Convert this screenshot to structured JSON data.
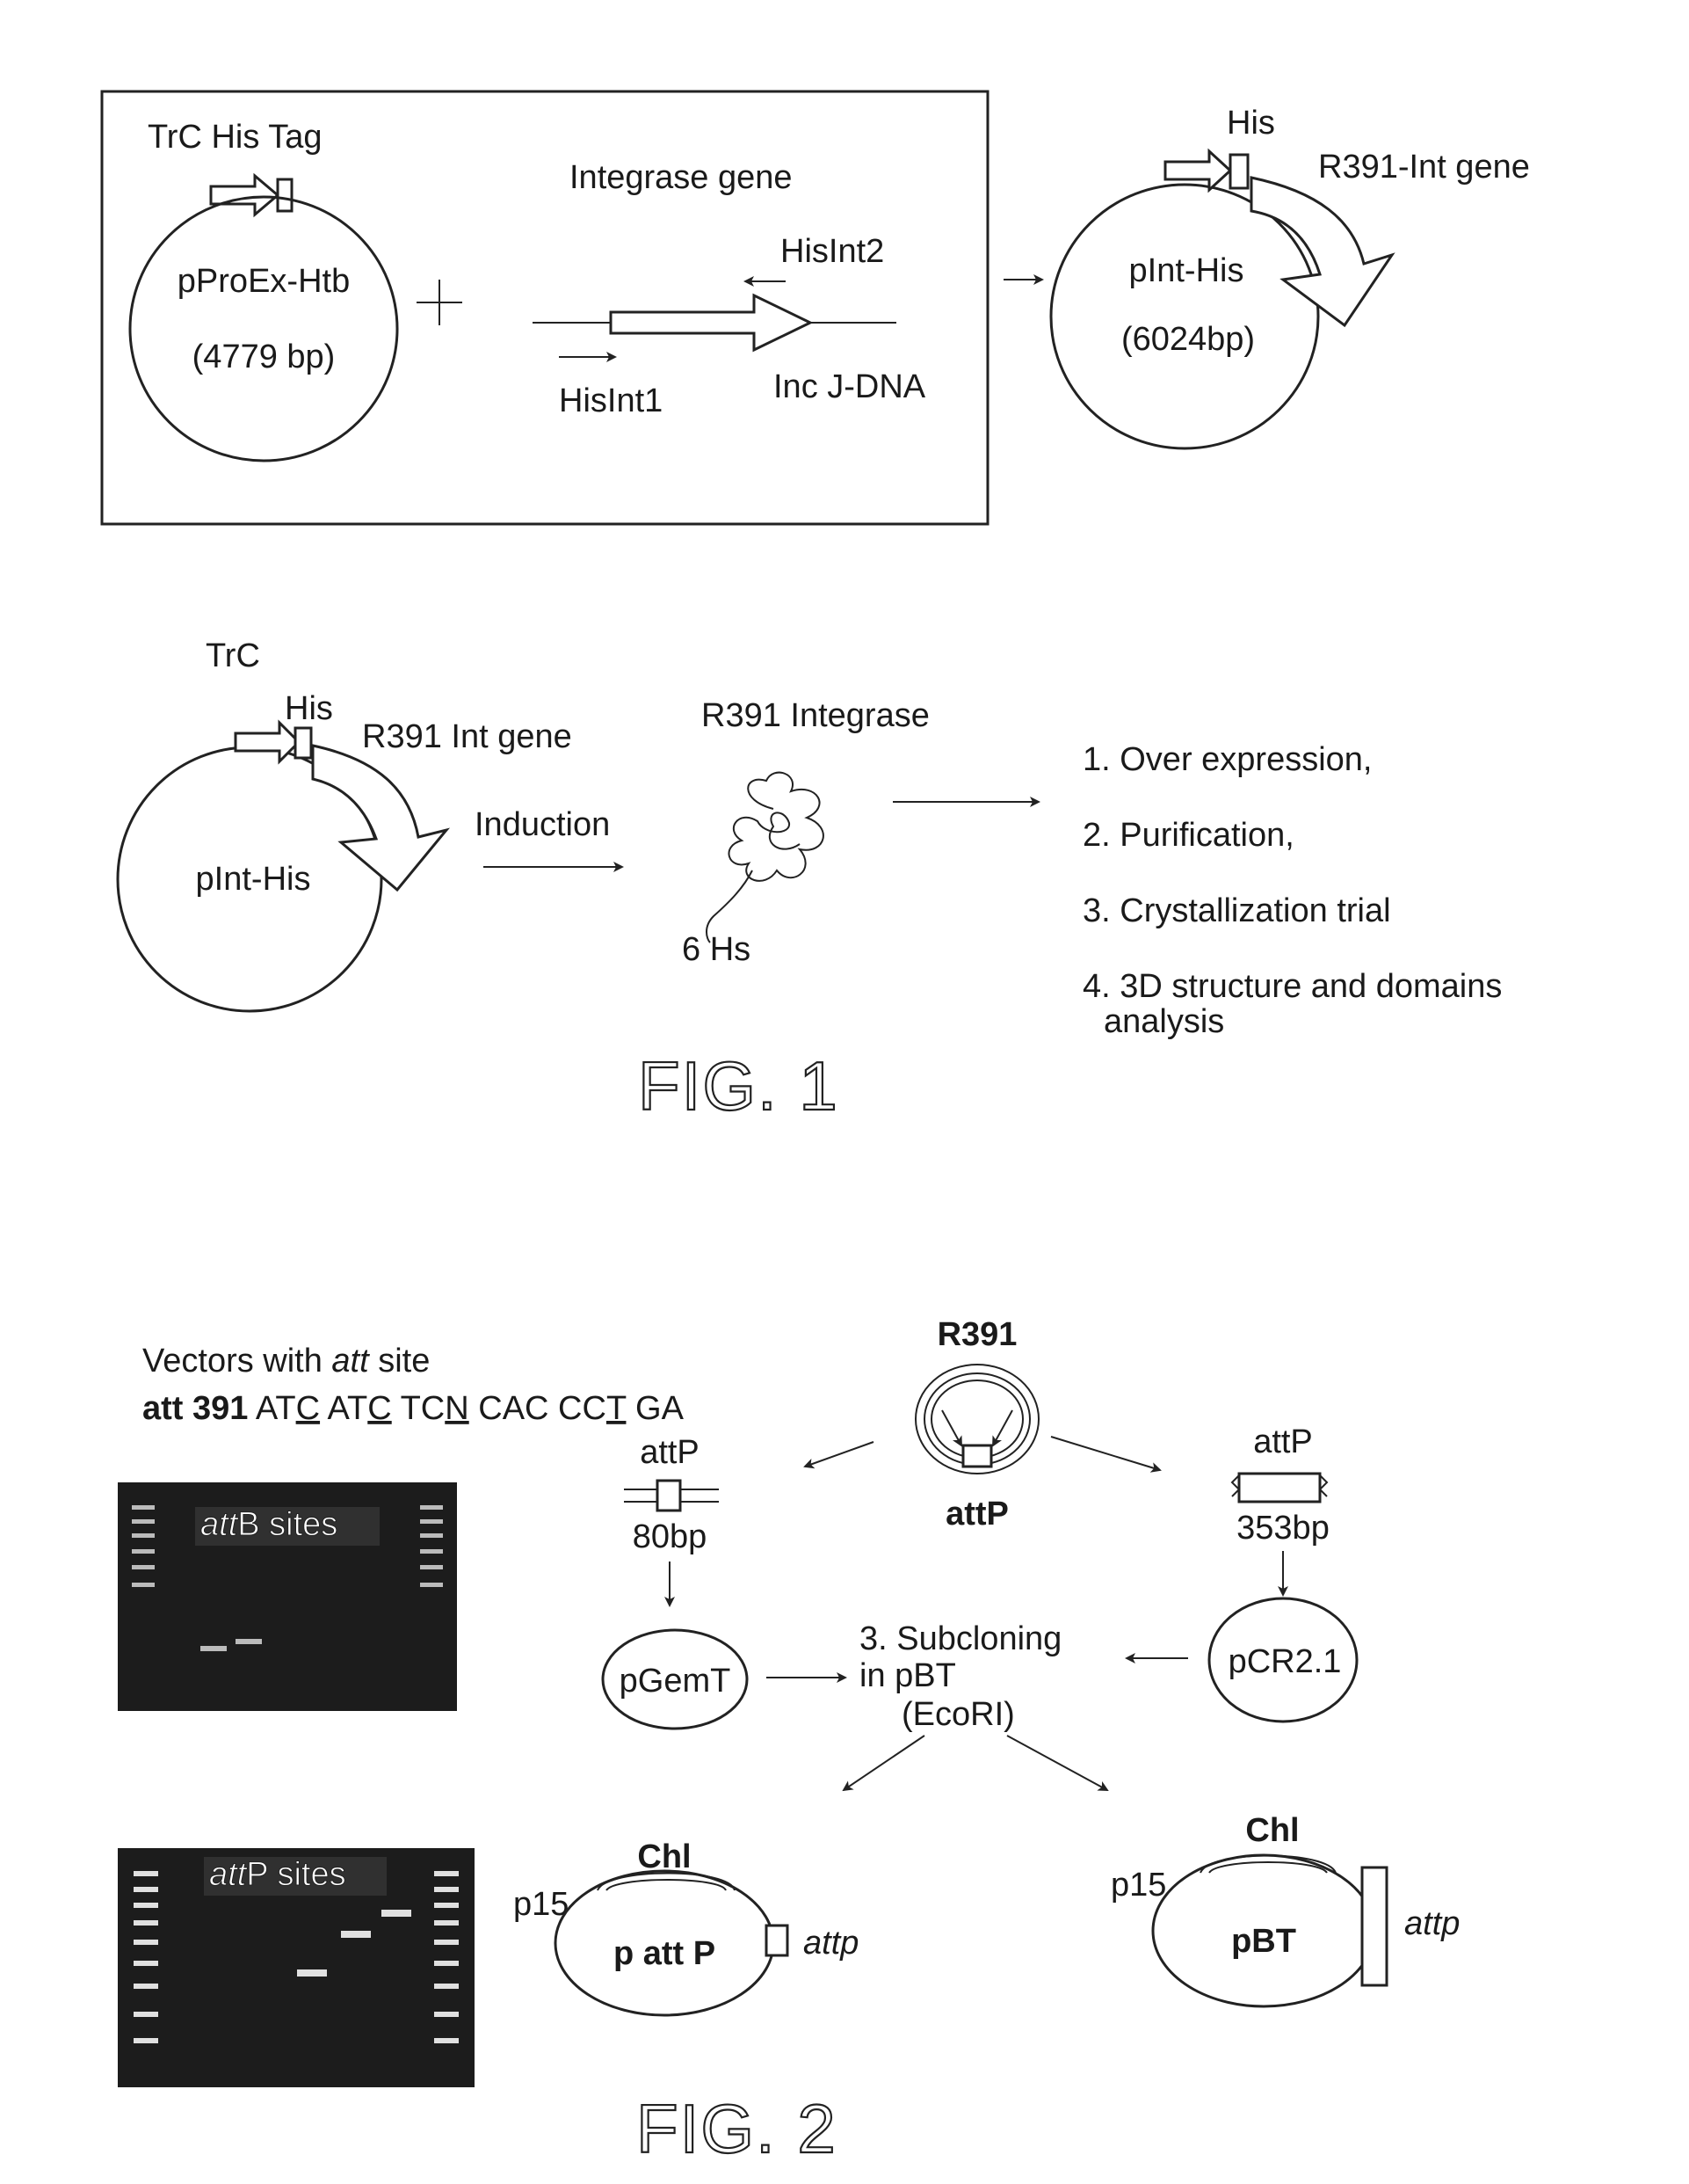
{
  "fig1": {
    "caption": "FIG. 1",
    "panel_a": {
      "plasmid_label": "pProEx-Htb",
      "plasmid_size": "(4779 bp)",
      "tag_label": "TrC His Tag",
      "gene_title": "Integrase gene",
      "primer_reverse": "HisInt2",
      "primer_forward": "HisInt1",
      "dna_label": "Inc J-DNA",
      "product_plasmid_label": "pInt-His",
      "product_plasmid_size": "(6024bp)",
      "product_his_label": "His",
      "product_gene_label": "R391-Int gene"
    },
    "panel_b": {
      "promoter_label": "TrC",
      "his_label": "His",
      "gene_label": "R391 Int gene",
      "plasmid_label": "pInt-His",
      "step_label": "Induction",
      "protein_label": "R391 Integrase",
      "tag_label": "6 Hs",
      "steps": [
        "1. Over expression,",
        "2. Purification,",
        "3. Crystallization trial",
        "4. 3D structure and domains",
        "analysis"
      ]
    }
  },
  "fig2": {
    "caption": "FIG. 2",
    "header_line1_pre": "Vectors with ",
    "header_line1_italic": "att",
    "header_line1_post": " site",
    "header_line2_bold": "att 391",
    "header_seq": [
      {
        "t": " AT"
      },
      {
        "t": "C",
        "u": true
      },
      {
        "t": " AT"
      },
      {
        "t": "C",
        "u": true
      },
      {
        "t": " TC"
      },
      {
        "t": "N",
        "u": true
      },
      {
        "t": " CAC CC"
      },
      {
        "t": "T",
        "u": true
      },
      {
        "t": " GA"
      }
    ],
    "gel_top_italic": "att",
    "gel_top_rest": "B sites",
    "gel_bottom_italic": "att",
    "gel_bottom_rest": "P sites",
    "source_plasmid": "R391",
    "source_site": "attP",
    "left_frag_label": "attP",
    "left_frag_size": "80bp",
    "right_frag_label": "attP",
    "right_frag_size": "353bp",
    "vector_left": "pGemT",
    "vector_right": "pCR2.1",
    "subcloning_line1": "3. Subcloning",
    "subcloning_line2": "in pBT",
    "subcloning_line3": "(EcoRI)",
    "final_left_name": "p att P",
    "final_left_marker": "Chl",
    "final_left_origin": "p15",
    "final_left_site": "attp",
    "final_right_name": "pBT",
    "final_right_marker": "Chl",
    "final_right_origin": "p15",
    "final_right_site": "attp"
  }
}
